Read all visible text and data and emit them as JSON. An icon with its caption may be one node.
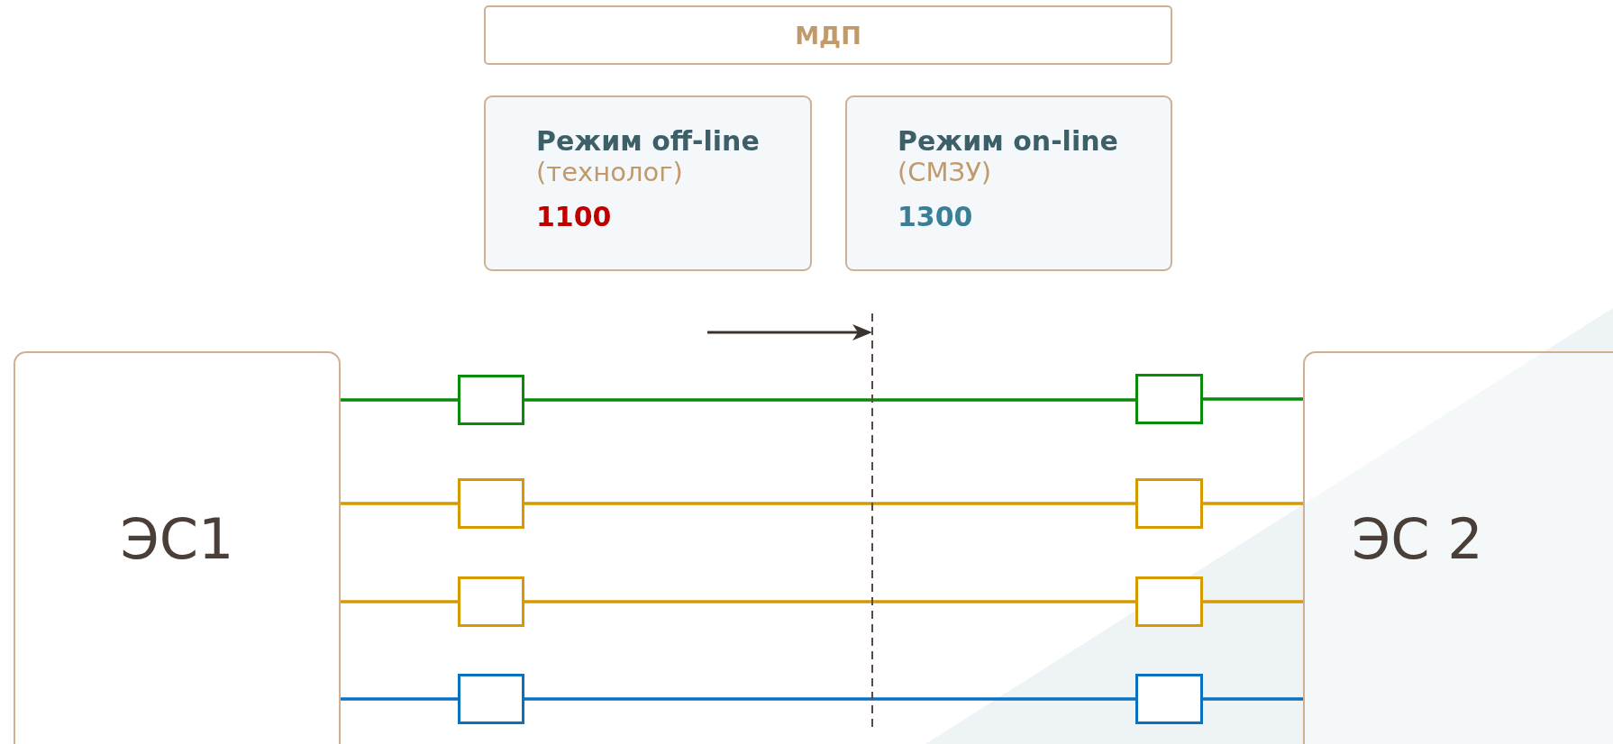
{
  "diagram": {
    "nodes": [
      {
        "text": [
          "МДП"
        ]
      },
      {
        "text": [
          "Режим off-line",
          "(технолог)",
          "1100"
        ]
      },
      {
        "text": [
          "Режим on-line",
          "(СМЗУ)",
          "1300"
        ]
      },
      {
        "text": [
          "ЭС1"
        ]
      },
      {
        "text": [
          "ЭС 2"
        ]
      },
      {
        "text": [],
        "shape": "box"
      },
      {
        "text": [],
        "shape": "box"
      },
      {
        "text": [],
        "shape": "box"
      },
      {
        "text": [],
        "shape": "box"
      },
      {
        "text": [],
        "shape": "box"
      },
      {
        "text": [],
        "shape": "box"
      },
      {
        "text": [],
        "shape": "box"
      },
      {
        "text": [],
        "shape": "box"
      }
    ],
    "edges": [
      {
        "from": 3,
        "to": 5,
        "arrow": "none",
        "color": "#0a8a0a"
      },
      {
        "from": 5,
        "to": 6,
        "arrow": "none",
        "color": "#0a8a0a"
      },
      {
        "from": 6,
        "to": 4,
        "arrow": "none",
        "color": "#0a8a0a"
      },
      {
        "from": 3,
        "to": 7,
        "arrow": "none",
        "color": "#d49a00"
      },
      {
        "from": 7,
        "to": 8,
        "arrow": "none",
        "color": "#d49a00"
      },
      {
        "from": 8,
        "to": 4,
        "arrow": "none",
        "color": "#d49a00"
      },
      {
        "from": 3,
        "to": 9,
        "arrow": "none",
        "color": "#d49a00"
      },
      {
        "from": 9,
        "to": 10,
        "arrow": "none",
        "color": "#d49a00"
      },
      {
        "from": 10,
        "to": 4,
        "arrow": "none",
        "color": "#d49a00"
      },
      {
        "from": 3,
        "to": 11,
        "arrow": "none",
        "color": "#0a70c0"
      },
      {
        "from": 11,
        "to": 12,
        "arrow": "none",
        "color": "#0a70c0"
      },
      {
        "from": 12,
        "to": 4,
        "arrow": "none",
        "color": "#0a70c0"
      }
    ]
  }
}
